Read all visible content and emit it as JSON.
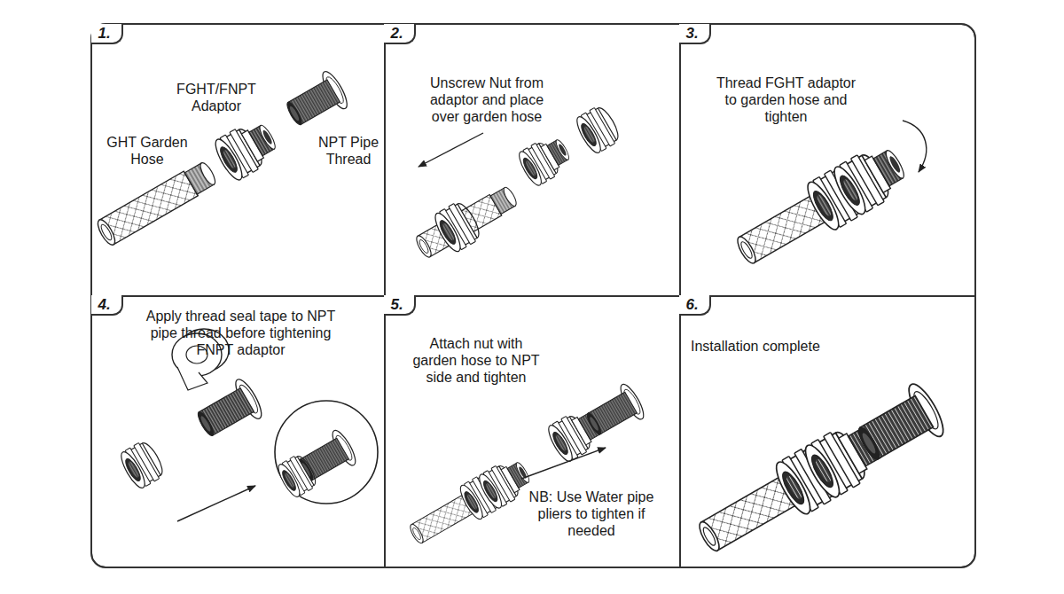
{
  "diagram": {
    "nodes": [
      {
        "text": [
          "1.",
          "FGHT/FNPT Adaptor",
          "GHT Garden Hose",
          "NPT Pipe Thread"
        ]
      },
      {
        "text": [
          "2.",
          "Unscrew Nut from adaptor and place over garden hose"
        ]
      },
      {
        "text": [
          "3.",
          "Thread FGHT adaptor to garden hose and tighten"
        ]
      },
      {
        "text": [
          "4.",
          "Apply thread seal tape to NPT pipe thread before tightening FNPT adaptor"
        ]
      },
      {
        "text": [
          "5.",
          "Attach nut with garden hose to NPT side and tighten",
          "NB: Use Water pipe pliers to tighten if needed"
        ]
      },
      {
        "text": [
          "6.",
          "Installation complete"
        ]
      }
    ]
  }
}
